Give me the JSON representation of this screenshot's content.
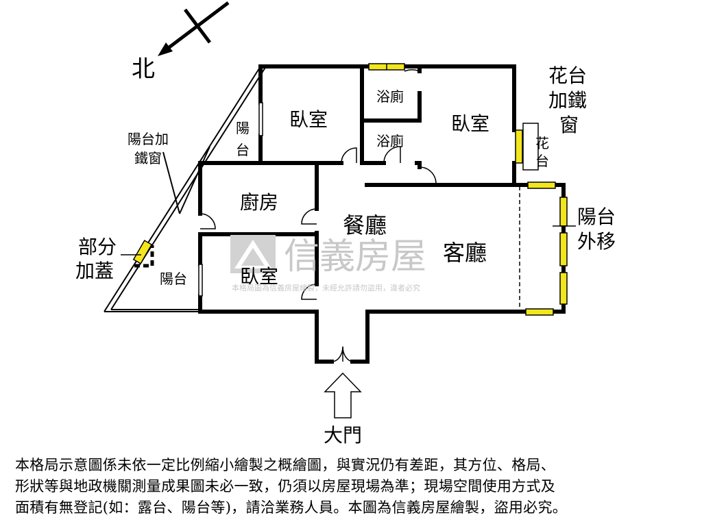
{
  "compass": {
    "north_label": "北"
  },
  "rooms": {
    "bedroom_top_left": "臥室",
    "bedroom_top_right": "臥室",
    "bedroom_bottom": "臥室",
    "bathroom_1": "浴廁",
    "bathroom_2": "浴廁",
    "kitchen": "廚房",
    "dining": "餐廳",
    "living": "客廳"
  },
  "balconies": {
    "balcony_left_top": [
      "陽",
      "台"
    ],
    "balcony_left_bottom": "陽台",
    "balcony_iron_window": [
      "陽台加",
      "鐵窗"
    ],
    "partial_cover": [
      "部分",
      "加蓋"
    ],
    "flower_bed_iron_window": [
      "花台",
      "加鐵",
      "窗"
    ],
    "flower_bed": [
      "花",
      "台"
    ],
    "balcony_moved_out": [
      "陽台",
      "外移"
    ]
  },
  "entrance": {
    "label": "大門"
  },
  "watermark": {
    "brand": "信義房屋",
    "notice": "本格局圖為信義房屋繪製，未經允許請勿盜用，違者必究"
  },
  "disclaimer": [
    "本格局示意圖係未依一定比例縮小繪製之概繪圖，與實況仍有差距，其方位、格局、",
    "形狀等與地政機關測量成果圖未必一致，仍須以房屋現場為準；現場空間使用方式及",
    "面積有無登記(如：露台、陽台等)，請洽業務人員。本圖為信義房屋繪製，盜用必究。"
  ],
  "colors": {
    "wall": "#000000",
    "window": "#f2e61e",
    "watermark": "#c8c8c8"
  }
}
